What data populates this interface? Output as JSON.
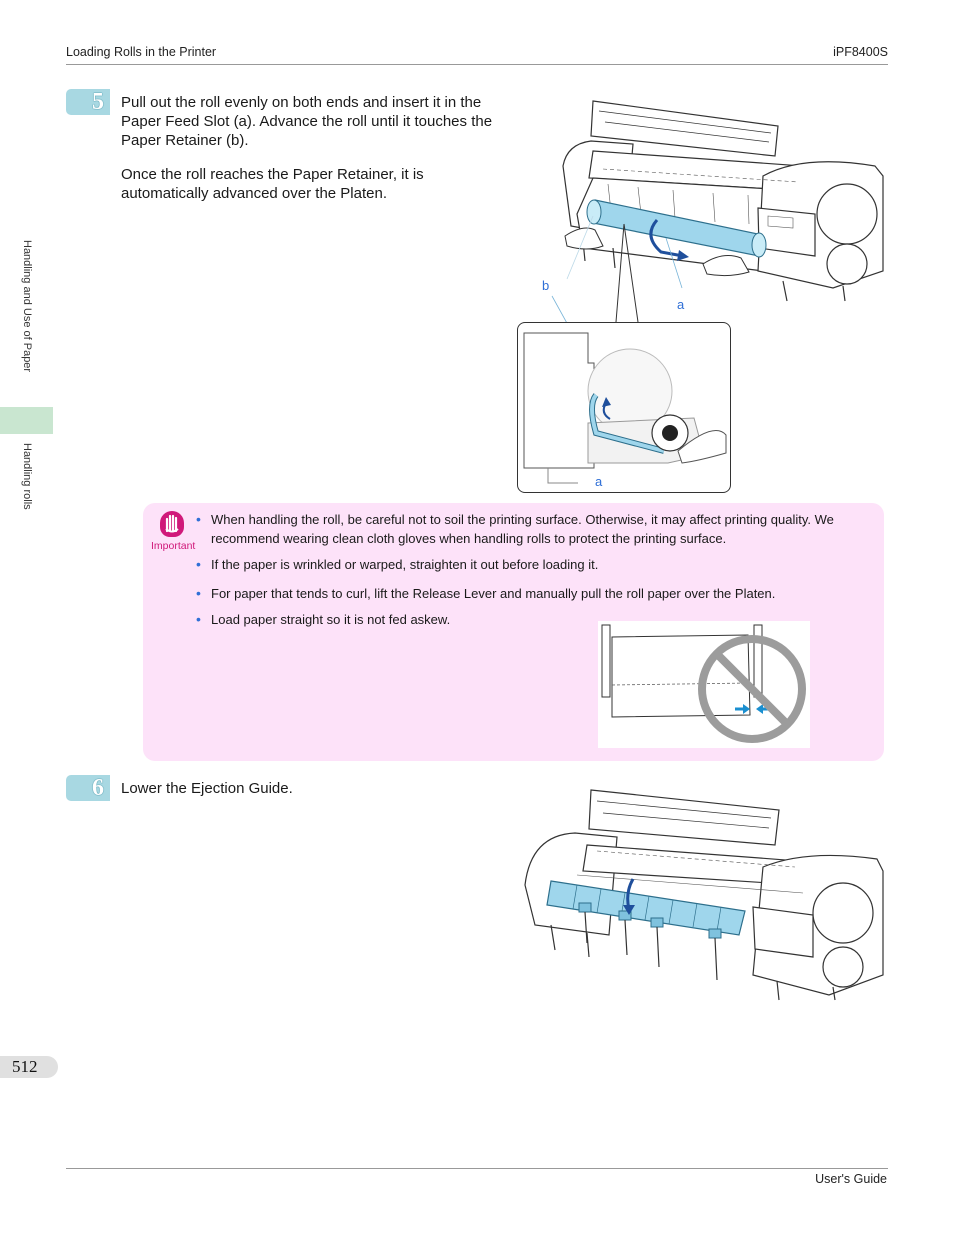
{
  "header": {
    "section": "Loading Rolls in the Printer",
    "model": "iPF8400S"
  },
  "side_tabs": {
    "chapter": "Handling and Use of Paper",
    "section": "Handling rolls"
  },
  "steps": [
    {
      "number": "5",
      "paragraphs": [
        "Pull out the roll evenly on both ends and insert it in the Paper Feed Slot (a). Advance the roll until it touches the Paper Retainer (b).",
        "Once the roll reaches the Paper Retainer, it is automatically advanced over the Platen."
      ],
      "callouts": {
        "b": "b",
        "a_top": "a",
        "a_inset": "a"
      }
    },
    {
      "number": "6",
      "paragraphs": [
        "Lower the Ejection Guide."
      ]
    }
  ],
  "important": {
    "label": "Important",
    "bullets": [
      "When handling the roll, be careful not to soil the printing surface. Otherwise, it may affect printing quality. We recommend wearing clean cloth gloves when handling rolls to protect the printing surface.",
      "If the paper is wrinkled or warped, straighten it out before loading it.",
      "For paper that tends to curl, lift the Release Lever and manually pull the roll paper over the Platen.",
      "Load paper straight so it is not fed askew."
    ]
  },
  "footer": {
    "page_number": "512",
    "guide": "User's Guide"
  },
  "colors": {
    "accent_blue": "#2f6fd6",
    "step_badge": "#a8d8e2",
    "important_bg": "#fde2f9",
    "roll_cyan": "#9fd6ec",
    "important_icon": "#d0197a"
  }
}
